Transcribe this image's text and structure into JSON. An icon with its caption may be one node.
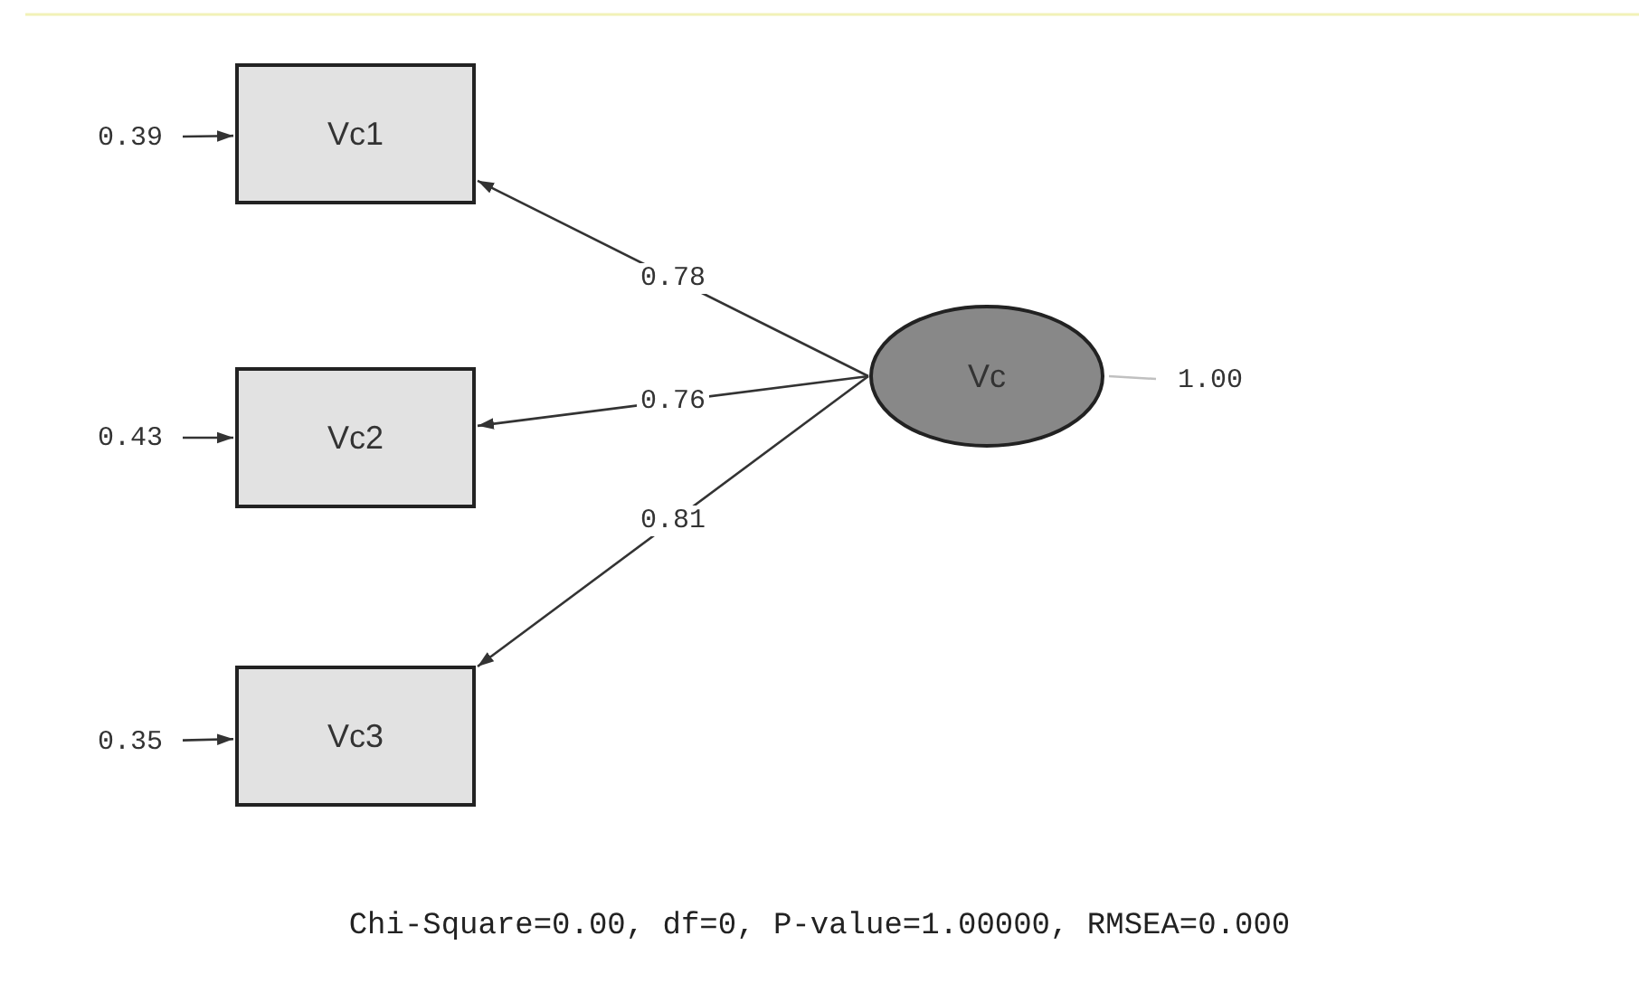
{
  "diagram": {
    "caption": "Chi-Square=0.00, df=0, P-value=1.00000, RMSEA=0.000",
    "nodes": [
      {
        "text": [
          "0.39"
        ]
      },
      {
        "text": [
          "Vc1"
        ]
      },
      {
        "text": [
          "0.43"
        ]
      },
      {
        "text": [
          "Vc2"
        ]
      },
      {
        "text": [
          "Vc"
        ]
      },
      {
        "text": [
          "1.00"
        ]
      },
      {
        "text": [
          "0.35"
        ]
      },
      {
        "text": [
          "Vc3"
        ]
      }
    ],
    "edges": [
      {
        "from": 0,
        "to": 1,
        "arrow": "to"
      },
      {
        "from": 4,
        "to": 1,
        "arrow": "to",
        "label": "0.78"
      },
      {
        "from": 2,
        "to": 3,
        "arrow": "to"
      },
      {
        "from": 4,
        "to": 3,
        "arrow": "to",
        "label": "0.76"
      },
      {
        "from": 4,
        "to": 5,
        "arrow": "none",
        "color": "#c0c0c0"
      },
      {
        "from": 6,
        "to": 7,
        "arrow": "to"
      },
      {
        "from": 4,
        "to": 7,
        "arrow": "to",
        "label": "0.81"
      }
    ]
  }
}
